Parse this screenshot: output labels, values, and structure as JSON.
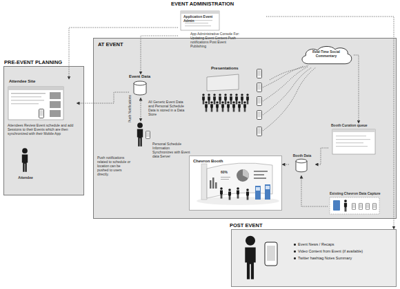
{
  "diagram": {
    "nodes": [
      {
        "text": [
          "Application Event Admin",
          "App Administrative Console For: Updating Event Content Push notifications Post Event Publishing"
        ]
      },
      {
        "text": [
          "PRE-EVENT PLANNING"
        ]
      },
      {
        "text": [
          "Attendee Site",
          "Attendees Review Event schedule and add Sessions to their Events which are then synchronized with their Mobile App"
        ],
        "in": 1
      },
      {
        "text": [
          "Attendee"
        ],
        "in": 1
      },
      {
        "text": [
          "AT EVENT"
        ]
      },
      {
        "text": [
          "Event Data",
          "All Generic Event Data and Personal Schedule Data is stored in a Data Store"
        ],
        "in": 4
      },
      {
        "text": [
          "Personal Schedule Information Synchronizes with Event data Server",
          "Push notifications related to schedule or location can be pushed to users directly."
        ],
        "in": 4
      },
      {
        "text": [
          "Presentations"
        ],
        "in": 4
      },
      {
        "text": [
          "Real-Time Social Commentary"
        ],
        "in": 4
      },
      {
        "text": [
          "Booth Curation queue"
        ],
        "in": 4
      },
      {
        "text": [
          "Chevron Booth"
        ],
        "in": 4
      },
      {
        "text": [
          "Booth Data"
        ],
        "in": 4
      },
      {
        "text": [
          "Existing Chevron Data Capture"
        ],
        "in": 4
      },
      {
        "text": [
          "POST EVENT",
          "Event News / Recaps",
          "Video Content from Event (if available)",
          "Twitter hashtag Notes Summary"
        ]
      }
    ],
    "edges": [
      {
        "from": 0,
        "to": 2,
        "arrow": "to"
      },
      {
        "from": 0,
        "to": 5,
        "arrow": "to"
      },
      {
        "from": 0,
        "to": 13,
        "arrow": "to"
      },
      {
        "from": 5,
        "to": 2,
        "arrow": "to"
      },
      {
        "from": 5,
        "to": 6,
        "arrow": "both"
      },
      {
        "from": 7,
        "to": 8,
        "arrow": "none"
      },
      {
        "from": 8,
        "to": 9,
        "arrow": "to"
      },
      {
        "from": 9,
        "to": 11,
        "arrow": "to"
      },
      {
        "from": 12,
        "to": 11,
        "arrow": "to"
      },
      {
        "from": 11,
        "to": 10,
        "arrow": "to"
      }
    ],
    "labels": [
      "EVENT ADMINISTRATION",
      "Push Notifications",
      "60%"
    ]
  }
}
